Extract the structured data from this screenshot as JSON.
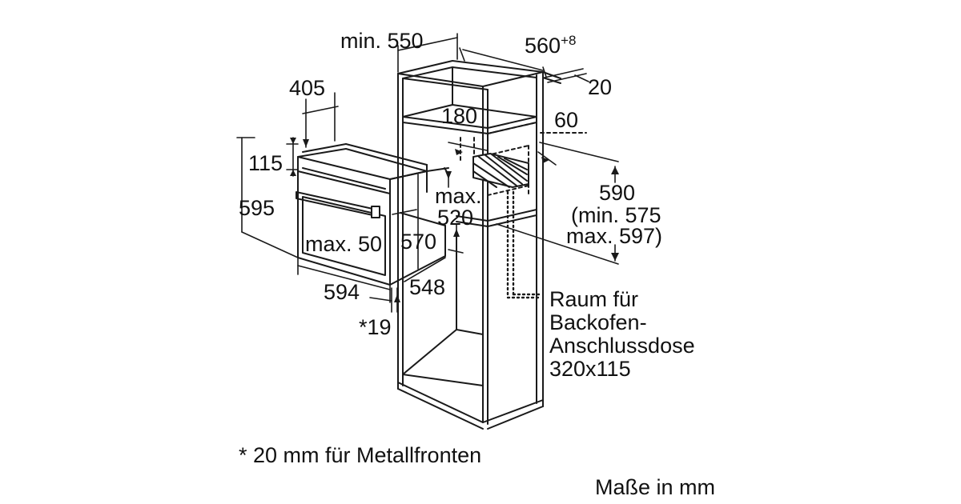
{
  "colors": {
    "line": "#1a1a1a",
    "background": "#ffffff",
    "text": "#111111"
  },
  "dimensions": {
    "niche_depth_min": "min. 550",
    "niche_width_base": "560",
    "niche_width_tolerance": "+8",
    "back_gap": "20",
    "vent_180": "180",
    "vent_60": "60",
    "oven_405": "405",
    "oven_115": "115",
    "oven_595": "595",
    "max_label": "max.",
    "max_520": "520",
    "max_50": "max. 50",
    "d_570": "570",
    "d_594": "594",
    "d_548": "548",
    "star_19": "*19",
    "niche_height_590": "590",
    "niche_height_min": "(min. 575",
    "niche_height_max": "max. 597)"
  },
  "socket_note": {
    "lines": [
      "Raum für",
      "Backofen-",
      "Anschlussdose",
      "320x115"
    ]
  },
  "footnote": "* 20 mm für Metallfronten",
  "units_note": "Maße in mm"
}
